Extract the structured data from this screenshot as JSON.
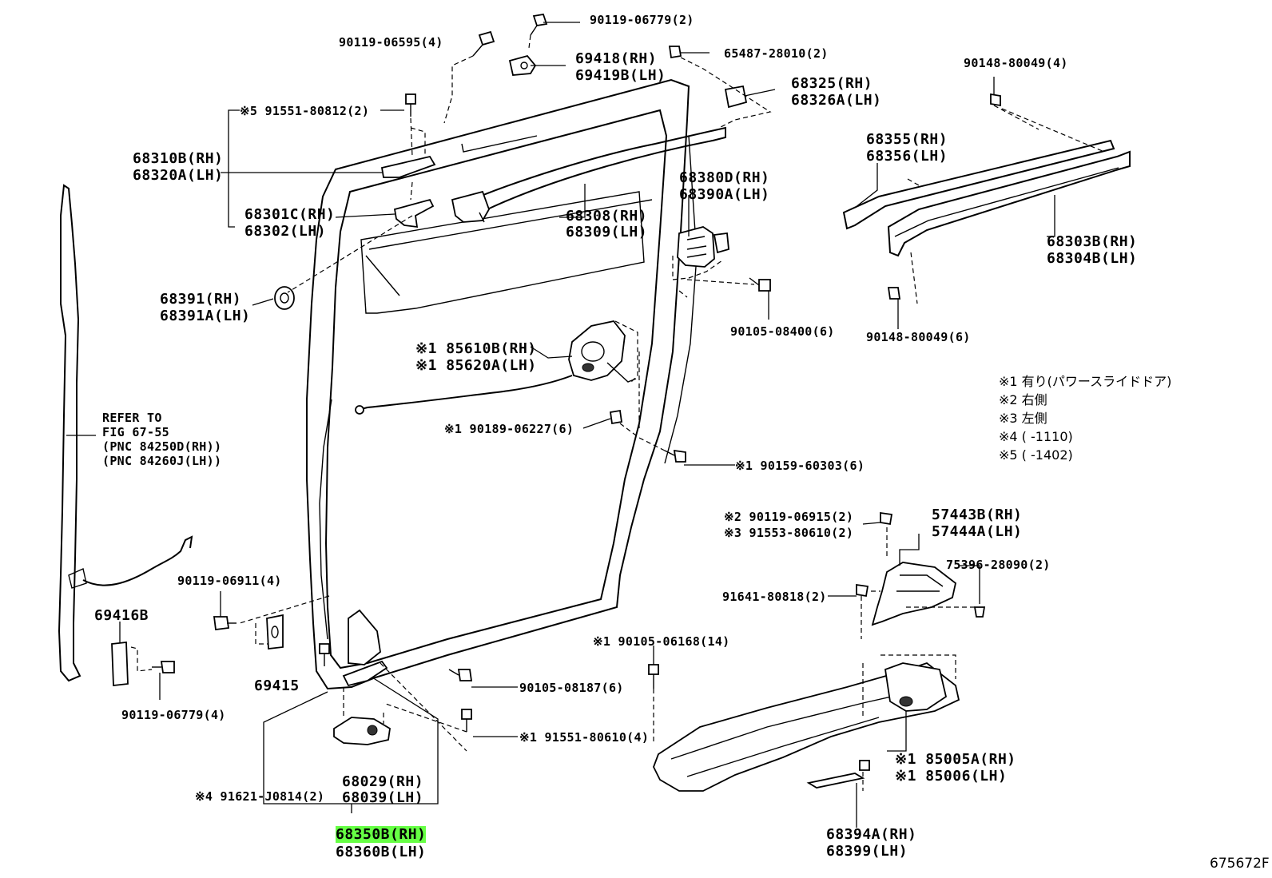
{
  "callouts": {
    "c90119_06595": "90119-06595(4)",
    "c90119_06779_top": "90119-06779(2)",
    "c69418": "69418(RH)",
    "c69419b": "69419B(LH)",
    "c65487": "65487-28010(2)",
    "c68325": "68325(RH)",
    "c68326a": "68326A(LH)",
    "c90148_top": "90148-80049(4)",
    "c91551_80812": "※5 91551-80812(2)",
    "c68310b": "68310B(RH)",
    "c68320a": "68320A(LH)",
    "c68355": "68355(RH)",
    "c68356": "68356(LH)",
    "c68301c": "68301C(RH)",
    "c68302": "68302(LH)",
    "c68380d": "68380D(RH)",
    "c68390a": "68390A(LH)",
    "c68308": "68308(RH)",
    "c68309": "68309(LH)",
    "c68303b": "68303B(RH)",
    "c68304b": "68304B(LH)",
    "c68391": "68391(RH)",
    "c68391a": "68391A(LH)",
    "c90105_08400": "90105-08400(6)",
    "c90148_bottom": "90148-80049(6)",
    "c85610b": "※1 85610B(RH)",
    "c85620a": "※1 85620A(LH)",
    "c90189": "※1 90189-06227(6)",
    "c90159": "※1 90159-60303(6)",
    "c90119_06915": "※2 90119-06915(2)",
    "c91553": "※3 91553-80610(2)",
    "c57443b": "57443B(RH)",
    "c57444a": "57444A(LH)",
    "c75396": "75396-28090(2)",
    "c91641": "91641-80818(2)",
    "c90119_06911": "90119-06911(4)",
    "c69416b": "69416B",
    "c69415": "69415",
    "c90105_06168": "※1 90105-06168(14)",
    "c90105_08187": "90105-08187(6)",
    "c90119_06779_bottom": "90119-06779(4)",
    "c91551_80610": "※1 91551-80610(4)",
    "c68029": "68029(RH)",
    "c68039": "68039(LH)",
    "c91621": "※4 91621-J0814(2)",
    "c85005a": "※1 85005A(RH)",
    "c85006": "※1 85006(LH)",
    "c68350b": "68350B(RH)",
    "c68360b": "68360B(LH)",
    "c68394a": "68394A(RH)",
    "c68399": "68399(LH)"
  },
  "refer": {
    "line1": "REFER TO",
    "line2": "FIG 67-55",
    "line3": "(PNC 84250D(RH))",
    "line4": "(PNC 84260J(LH))"
  },
  "notes": [
    "※1 有り(パワースライドドア)",
    "※2 右側",
    "※3 左側",
    "※4 (      -1110)",
    "※5 (      -1402)"
  ],
  "figure_id": "675672F",
  "highlight_color": "#66ff44"
}
